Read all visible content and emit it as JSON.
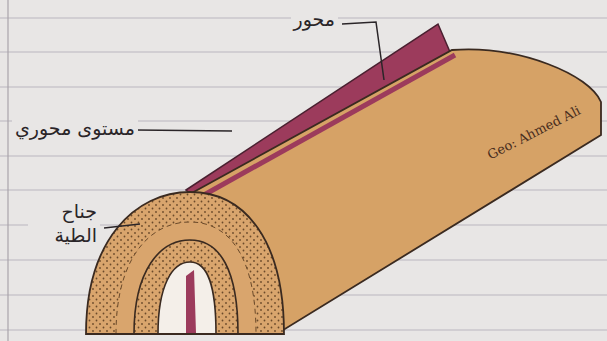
{
  "diagram": {
    "labels": [
      "محور",
      "مستوى محوري",
      "جناح الطية",
      "Geo: Ahmed Ali"
    ]
  }
}
